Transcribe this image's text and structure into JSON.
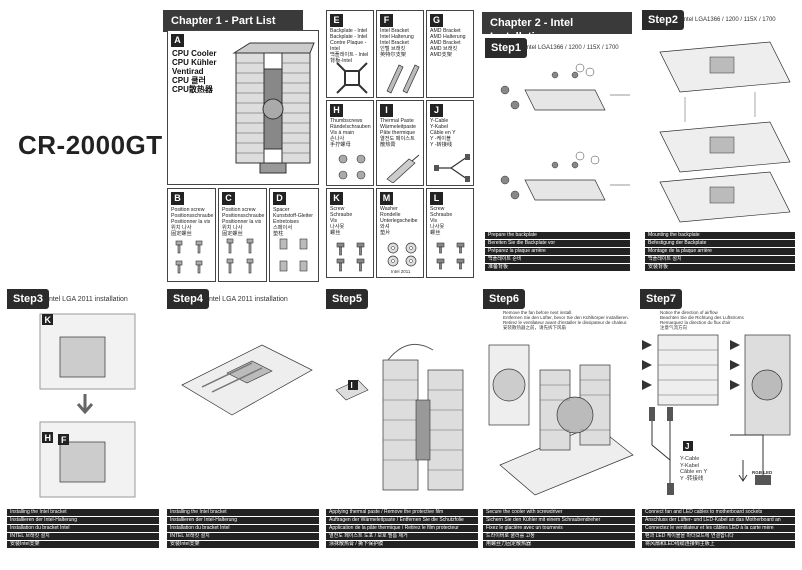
{
  "product": {
    "model": "CR-2000GT"
  },
  "chapter1": {
    "title": "Chapter 1 - Part List"
  },
  "chapter2": {
    "title": "Chapter 2 - Intel Installation"
  },
  "parts": {
    "A": {
      "letter": "A",
      "lines": [
        "CPU Cooler",
        "CPU Kühler",
        "Ventirad",
        "CPU 쿨러",
        "CPU散热器"
      ]
    },
    "B": {
      "letter": "B",
      "lines": [
        "Position screw",
        "Positionsschraube",
        "Positionner la vis",
        "위치 나사",
        "固定螺丝"
      ]
    },
    "C": {
      "letter": "C",
      "lines": [
        "Position screw",
        "Positionsschraube",
        "Positionner la vis",
        "위치 나사",
        "固定螺丝"
      ]
    },
    "D": {
      "letter": "D",
      "lines": [
        "Spacer",
        "Kunststoff-Gleiter",
        "Entretoises",
        "스페이서",
        "垫柱"
      ]
    },
    "E": {
      "letter": "E",
      "lines": [
        "Backplate - Intel",
        "Backplate - Intel",
        "Contre Plaque - Intel",
        "백플레이트 - Intel",
        "背板-Intel"
      ]
    },
    "F": {
      "letter": "F",
      "lines": [
        "Intel Bracket",
        "Intel Halterung",
        "Intel Bracket",
        "인텔 브래킷",
        "英特尔支架"
      ]
    },
    "G": {
      "letter": "G",
      "lines": [
        "AMD Bracket",
        "AMD Halterung",
        "AMD Bracket",
        "AMD 브래킷",
        "AMD支架"
      ]
    },
    "H": {
      "letter": "H",
      "lines": [
        "Thumbscrews",
        "Rändelschrauben",
        "Vis à main",
        "손나사",
        "手拧螺母"
      ]
    },
    "I": {
      "letter": "I",
      "lines": [
        "Thermal Paste",
        "Wärmeleitpaste",
        "Pâte thermique",
        "열전도 페이스트",
        "散热膏"
      ]
    },
    "J": {
      "letter": "J",
      "lines": [
        "Y-Cable",
        "Y-Kabel",
        "Câble en Y",
        "Y -케이블",
        "Y -转接线"
      ]
    },
    "K": {
      "letter": "K",
      "lines": [
        "Screw",
        "Schraube",
        "Vis",
        "나사못",
        "螺丝"
      ],
      "note": ""
    },
    "M": {
      "letter": "M",
      "lines": [
        "Washer",
        "Rondelle",
        "Unterlegscheibe",
        "와셔",
        "垫片"
      ],
      "note": "Intel 2011"
    },
    "L": {
      "letter": "L",
      "lines": [
        "Screw",
        "Schraube",
        "Vis",
        "나사못",
        "螺丝"
      ]
    }
  },
  "steps": {
    "step1": {
      "label": "Step1",
      "subtitle": "Intel LGA1366 / 1200 / 115X / 1700",
      "captions": [
        "Prepare the backplate",
        "Bereiten Sie die Backplate vor",
        "Préparez la plaque arrière",
        "백플레이트 준비",
        "准备背板"
      ]
    },
    "step2": {
      "label": "Step2",
      "subtitle": "Intel LGA1366 / 1200 / 115X / 1700",
      "captions": [
        "Mounting the backplate",
        "Befestigung der Backplate",
        "Montage de la plaque arrière",
        "백플레이트 설치",
        "安装背板"
      ]
    },
    "step3": {
      "label": "Step3",
      "subtitle": "Intel LGA 2011 installation",
      "captions": [
        "Installing the Intel bracket",
        "Installieren der Intel-Halterung",
        "Installation du bracket Intel",
        "INTEL 브래킷 설치",
        "安装Intel支架"
      ]
    },
    "step4": {
      "label": "Step4",
      "subtitle": "Intel LGA 2011 installation",
      "captions": [
        "Installing the Intel bracket",
        "Installieren der Intel-Halterung",
        "Installation du bracket Intel",
        "INTEL 브래킷 설치",
        "安装Intel支架"
      ]
    },
    "step5": {
      "label": "Step5",
      "subtitle": "",
      "captions": [
        "Applying thermal paste / Remove the protective film",
        "Auftragen der Wärmeleitpaste / Entfernen Sie die Schutzfolie",
        "Application de la pâte thermique / Retirez le film protecteur",
        "열전도 페이스트 도포 / 보호 필름 제거",
        "涂抹散热膏 / 撕下保护膜"
      ]
    },
    "step6": {
      "label": "Step6",
      "subtitle": "",
      "note": [
        "Remove the fan before next install.",
        "Entfernen Sie den Lüfter, bevor Sie den Kühlkörper installieren.",
        "Retirez le ventilateur avant d'installer le dissipateur de chaleur.",
        "安装散热器之前，请先拆下风扇"
      ],
      "captions": [
        "Secure the cooler with screwdriver",
        "Sichern Sie den Kühler mit einem Schraubendreher",
        "Fixez le glacière avec un tournevis",
        "드라이버로 쿨러를 고정",
        "用螺丝刀固定散热器"
      ]
    },
    "step7": {
      "label": "Step7",
      "subtitle": "",
      "note": [
        "Notice the direction of airflow",
        "Beachten Sie die Richtung des Luftstroms",
        "Remarquez la direction du flux d'air",
        "注意气流方向"
      ],
      "ycable": [
        "Y-Cable",
        "Y-Kabel",
        "Câble en Y",
        "Y -转接线"
      ],
      "rgb_label": "RGB LED",
      "captions": [
        "Connect fan and LED cables to motherboard sockets",
        "Anschluss der Lüfter- und LED-Kabel an das Motherboard an",
        "Connectez le ventilateur et les câbles LED à la carte mère",
        "팬과 LED 케이블을 마더보드에 연결합니다",
        "将风扇和LED线缆连接到主板上"
      ]
    }
  },
  "colors": {
    "dark": "#222222",
    "tab": "#2b2b2b",
    "diagram_bg": "#f4f4f4"
  }
}
